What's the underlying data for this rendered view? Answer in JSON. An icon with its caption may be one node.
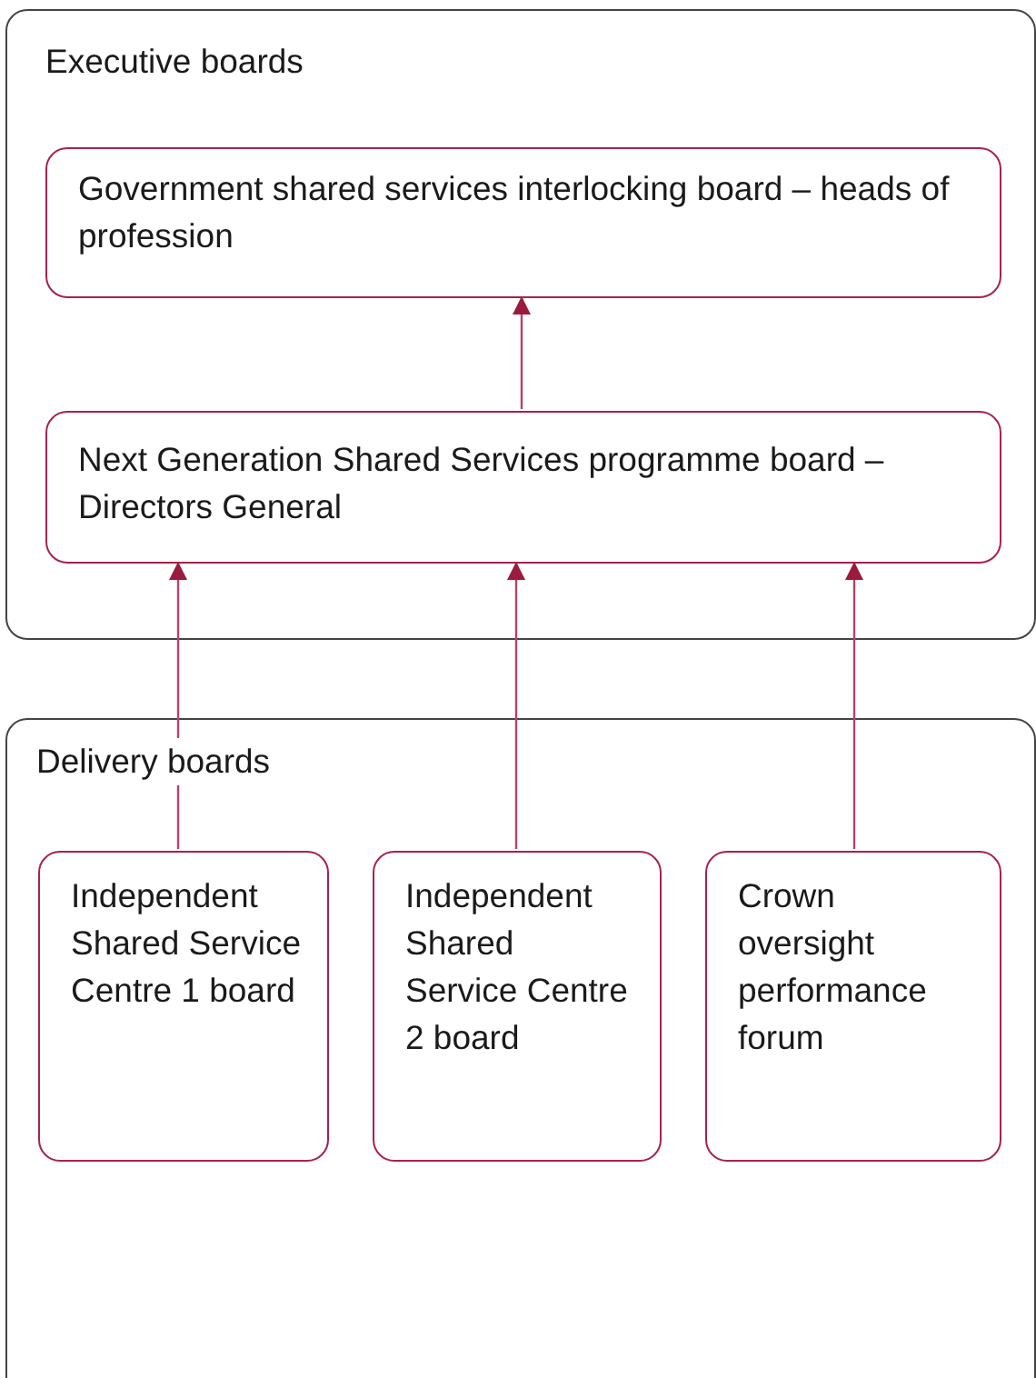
{
  "diagram": {
    "nodes": [
      {
        "text": [
          "Executive boards"
        ]
      },
      {
        "text": [
          "Government shared services interlocking board – heads of profession"
        ],
        "in": 0
      },
      {
        "text": [
          "Next Generation Shared Services programme board – Directors General"
        ],
        "in": 0
      },
      {
        "text": [
          "Delivery boards"
        ]
      },
      {
        "text": [
          "Independent Shared Service Centre 1 board"
        ],
        "in": 3
      },
      {
        "text": [
          "Independent Shared Service Centre 2 board"
        ],
        "in": 3
      },
      {
        "text": [
          "Crown oversight performance forum"
        ],
        "in": 3
      }
    ],
    "edges": [
      {
        "from": 2,
        "to": 1,
        "arrow": "to"
      },
      {
        "from": 4,
        "to": 2,
        "arrow": "to"
      },
      {
        "from": 5,
        "to": 2,
        "arrow": "to"
      },
      {
        "from": 6,
        "to": 2,
        "arrow": "to"
      }
    ]
  }
}
